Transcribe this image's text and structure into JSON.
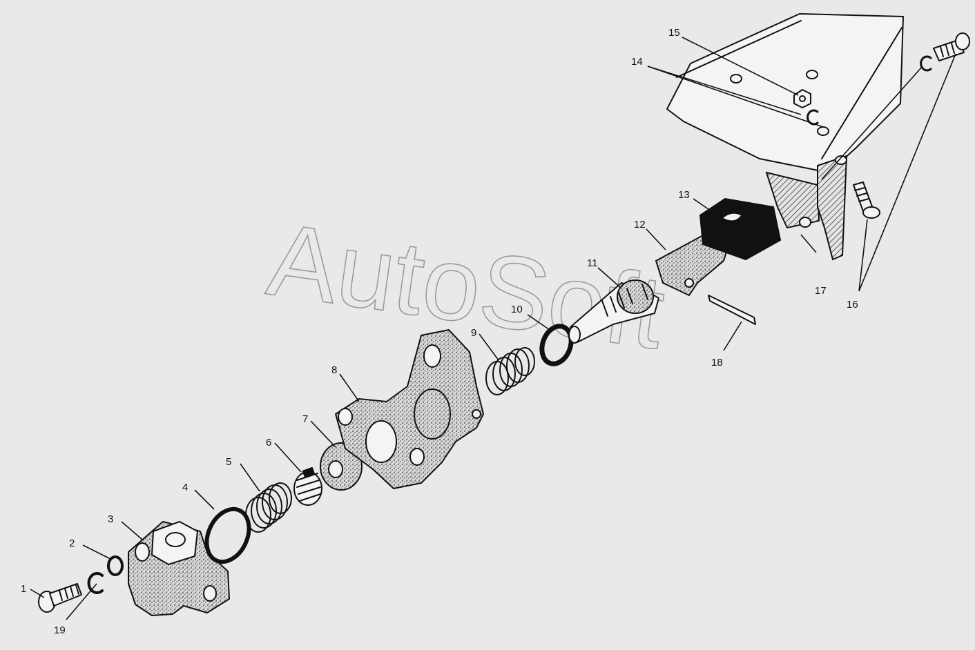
{
  "watermark": "AutoSoft",
  "callouts": [
    {
      "id": "1",
      "label": "1"
    },
    {
      "id": "2",
      "label": "2"
    },
    {
      "id": "3",
      "label": "3"
    },
    {
      "id": "4",
      "label": "4"
    },
    {
      "id": "5",
      "label": "5"
    },
    {
      "id": "6",
      "label": "6"
    },
    {
      "id": "7",
      "label": "7"
    },
    {
      "id": "8",
      "label": "8"
    },
    {
      "id": "9",
      "label": "9"
    },
    {
      "id": "10",
      "label": "10"
    },
    {
      "id": "11",
      "label": "11"
    },
    {
      "id": "12",
      "label": "12"
    },
    {
      "id": "13",
      "label": "13"
    },
    {
      "id": "14",
      "label": "14"
    },
    {
      "id": "15",
      "label": "15"
    },
    {
      "id": "16",
      "label": "16"
    },
    {
      "id": "17",
      "label": "17"
    },
    {
      "id": "18",
      "label": "18"
    },
    {
      "id": "19",
      "label": "19"
    }
  ],
  "colors": {
    "background": "#e9e9e9",
    "ink": "#111111",
    "watermark": "#9a9a9a"
  }
}
